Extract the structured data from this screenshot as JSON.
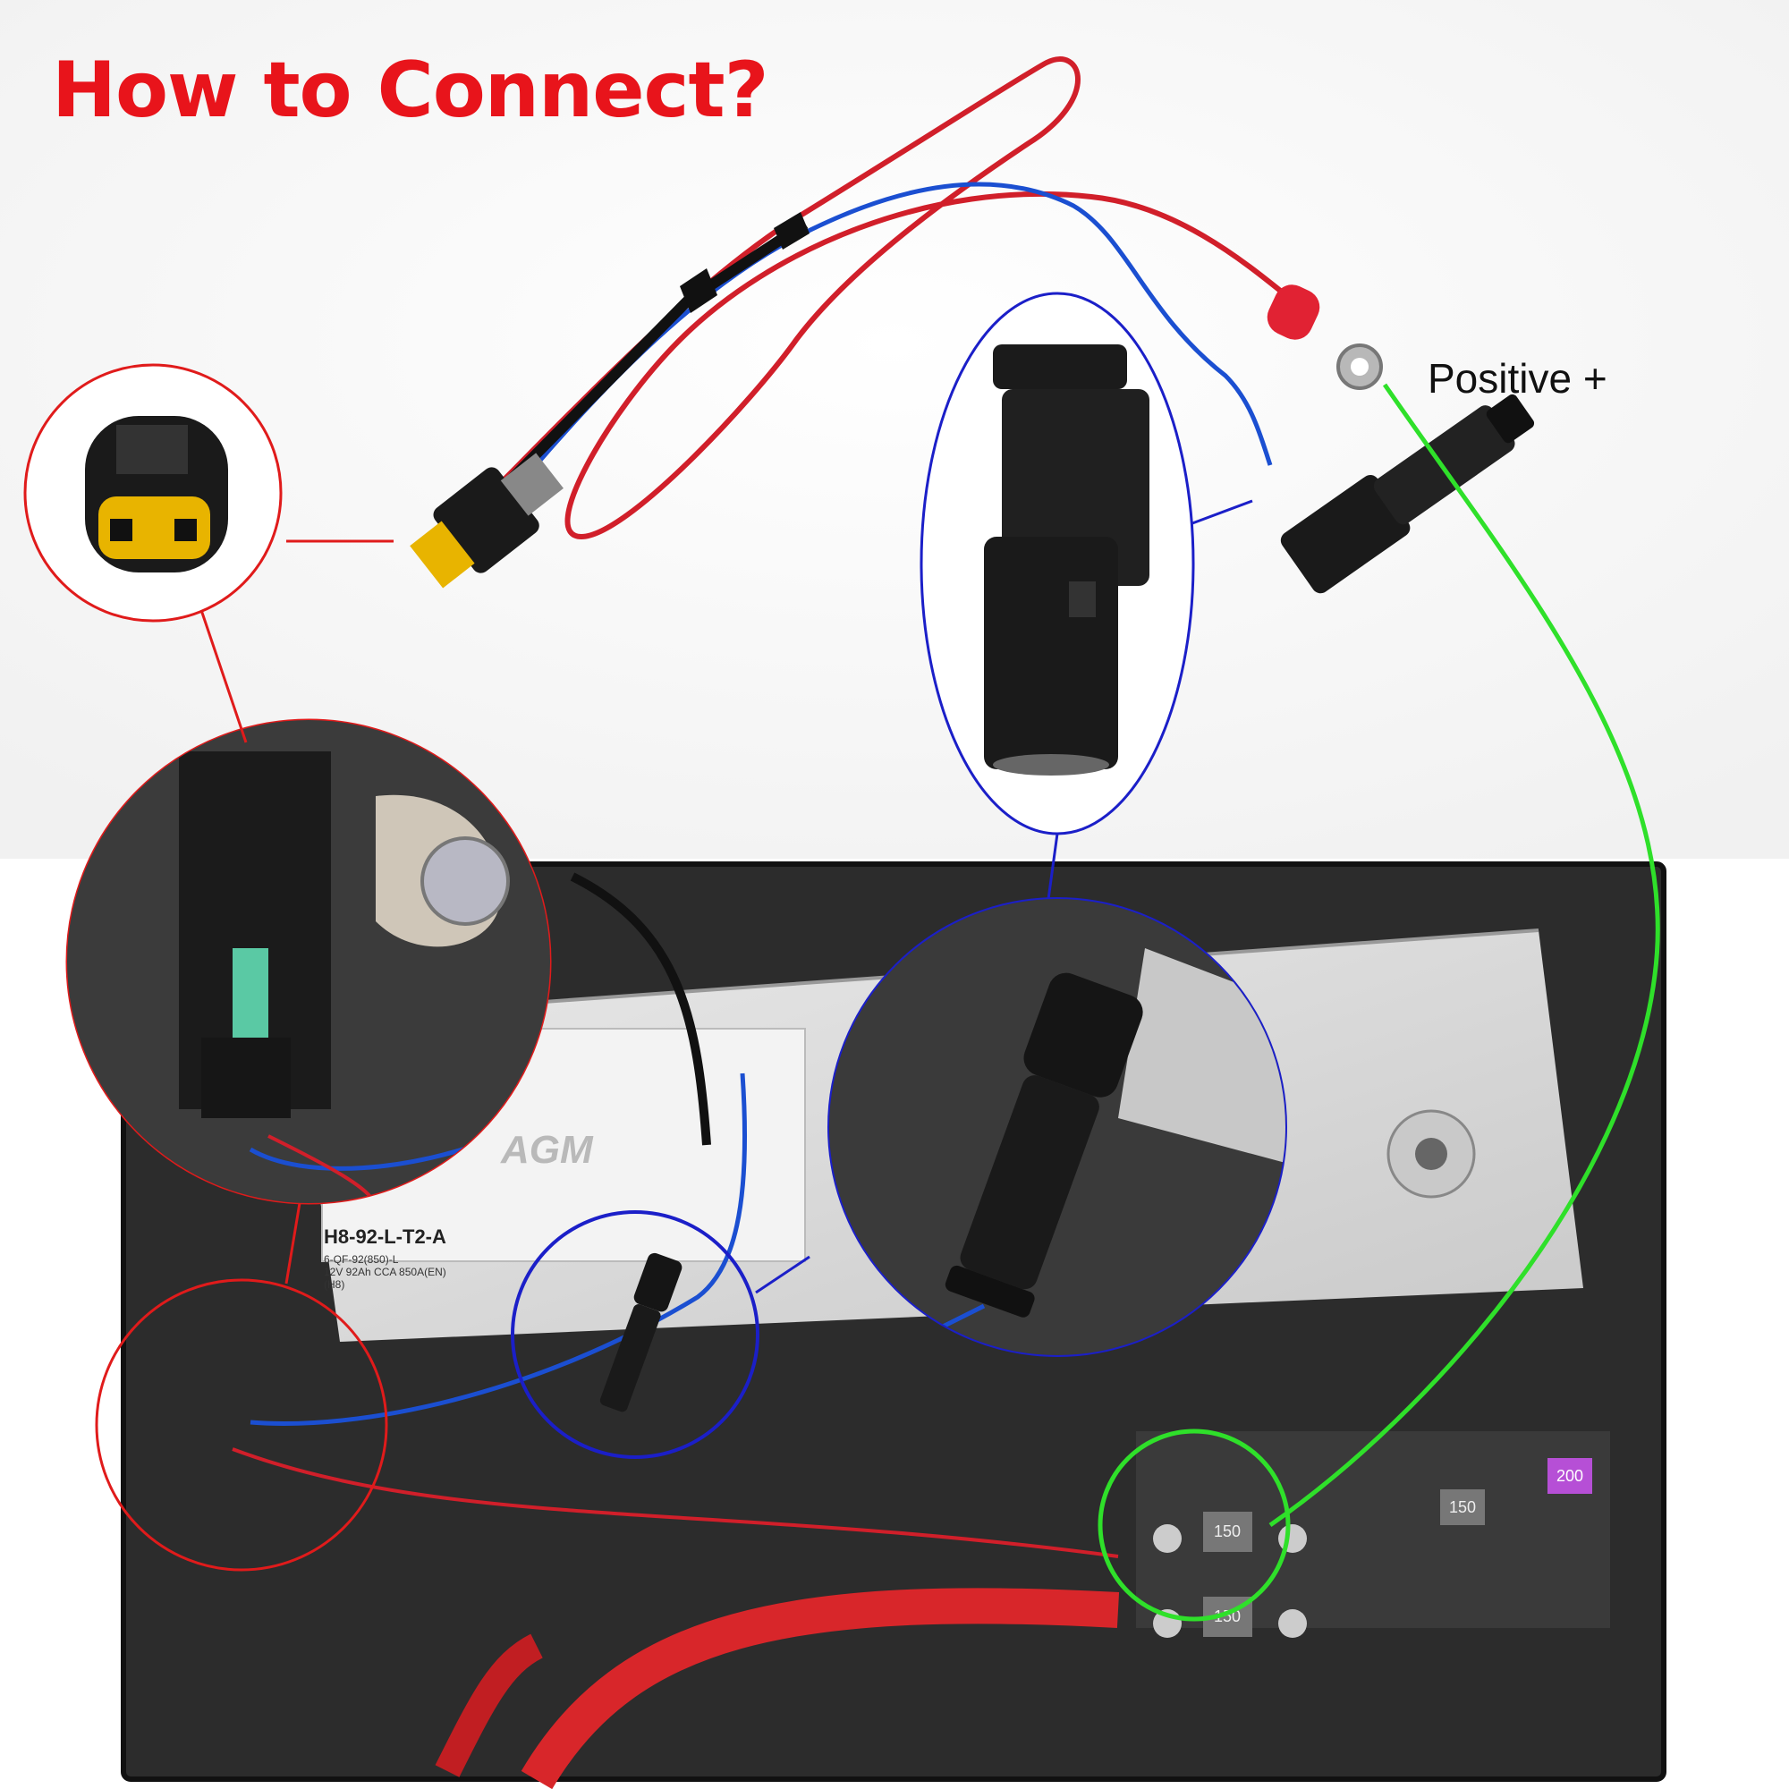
{
  "title": "How to Connect?",
  "callout_label": "Positive +",
  "battery_label": {
    "brand": "AGM",
    "model": "H8-92-L-T2-A",
    "spec_line1": "6-QF-92(850)-L",
    "spec_line2": "12V 92Ah CCA 850A(EN)",
    "spec_line3": "(H8)"
  },
  "fuse_labels": [
    "200",
    "150",
    "150",
    "150"
  ],
  "colors": {
    "title": "#e8141b",
    "blue_circle": "#1b1fc8",
    "red_circle": "#e01b1b",
    "green_line": "#2fe02a",
    "red_wire": "#d11f2a",
    "blue_wire": "#1b4fd1"
  }
}
